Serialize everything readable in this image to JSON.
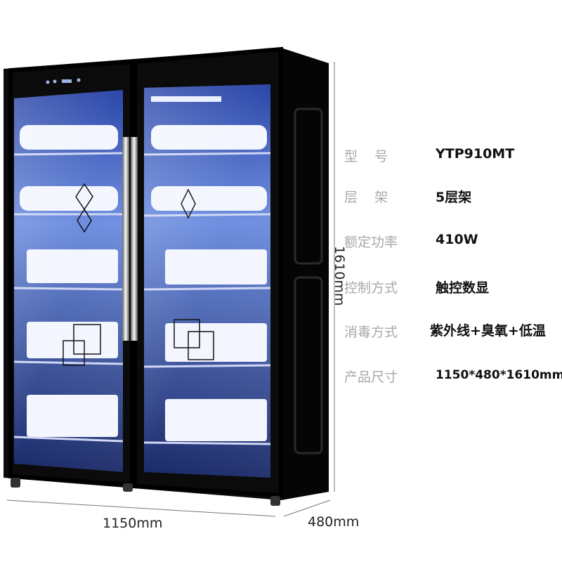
{
  "specs": [
    {
      "label": "型    号",
      "value": "YTP910MT"
    },
    {
      "label": "层    架",
      "value": "5层架"
    },
    {
      "label": "额定功率",
      "value": "410W"
    },
    {
      "label": "控制方式",
      "value": "触控数显"
    },
    {
      "label": "消毒方式",
      "value": "紫外线+臭氧+低温"
    },
    {
      "label": "产品尺寸",
      "value": "1150*480*1610mm"
    }
  ],
  "dimensions": {
    "width": "1150mm",
    "depth": "480mm",
    "height": "1610mm"
  },
  "colors": {
    "cabinet": "#0a0a0a",
    "interior_light": "#4a6fc8",
    "label_gray": "#a8a8a8",
    "value_black": "#111111"
  }
}
